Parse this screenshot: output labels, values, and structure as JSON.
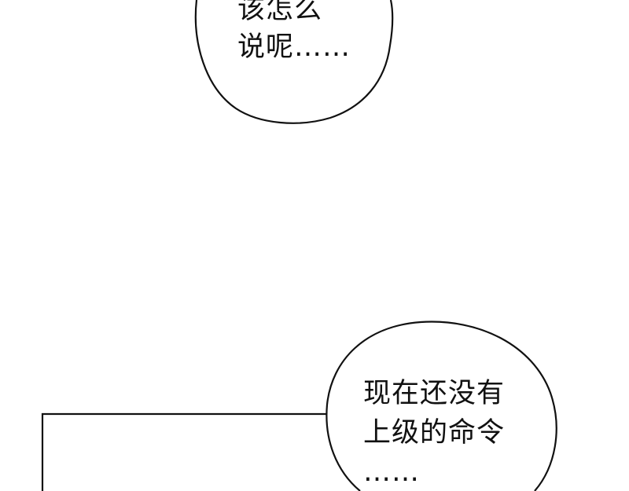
{
  "colors": {
    "background": "#ffffff",
    "ink": "#111111"
  },
  "bubbles": [
    {
      "lines": [
        "该怎么",
        "说呢……"
      ]
    },
    {
      "lines": [
        "现在还没有",
        "上级的命令",
        "……"
      ]
    }
  ]
}
